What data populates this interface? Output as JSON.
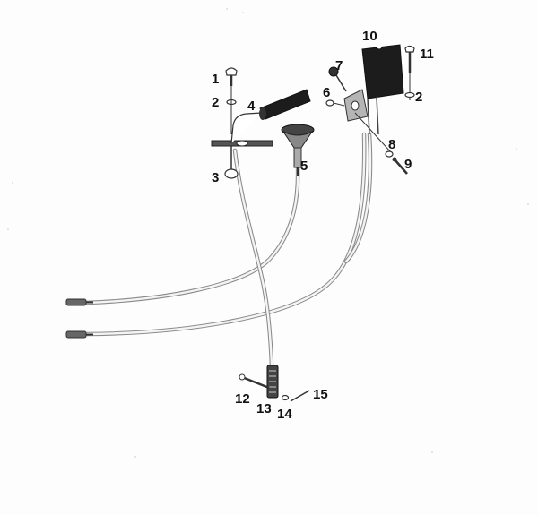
{
  "diagram": {
    "callouts": {
      "c1": "1",
      "c2a": "2",
      "c2b": "2",
      "c3": "3",
      "c4": "4",
      "c5": "5",
      "c6": "6",
      "c7": "7",
      "c8": "8",
      "c9": "9",
      "c10": "10",
      "c11": "11",
      "c12": "12",
      "c13": "13",
      "c14": "14",
      "c15": "15"
    }
  }
}
